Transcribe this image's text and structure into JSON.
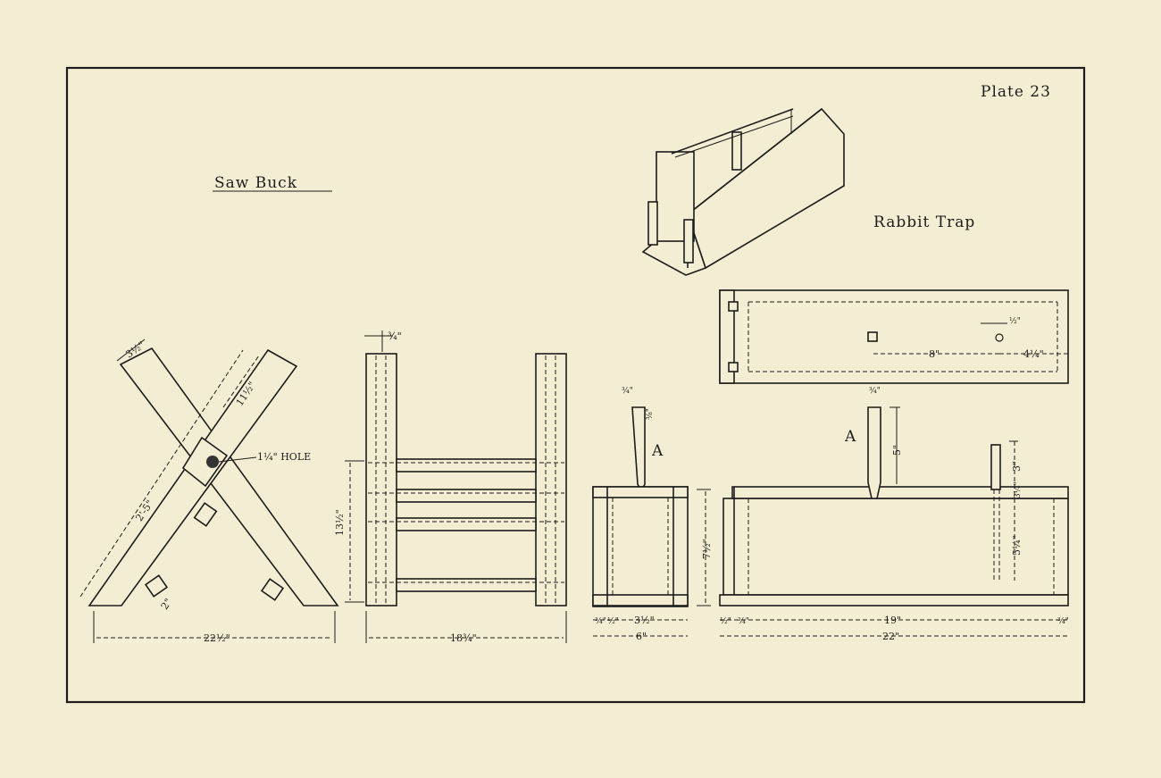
{
  "plate": {
    "label": "Plate 23"
  },
  "saw_buck": {
    "title": "Saw Buck",
    "dims": {
      "board_width": "3½\"",
      "top_length": "11½\"",
      "hole": "1¼\" HOLE",
      "leg_length": "2'-5\"",
      "block": "2\"",
      "base_width": "22½\"",
      "stock": "¾\"",
      "rail_height": "13½\"",
      "frame_width": "18¾\""
    }
  },
  "rabbit_trap": {
    "title": "Rabbit Trap",
    "part_label_a": "A",
    "dims": {
      "a_width": "¾\"",
      "a_notch": "⅜\"",
      "a_height": "5\"",
      "trigger_hole": "½\"",
      "hole_spacing": "8\"",
      "hole_from_end": "4¼\"",
      "end_height": "7½\"",
      "end_inner": "3½\"",
      "end_outer": "6\"",
      "end_stock": "¾\"",
      "end_half": "½\"",
      "body_inner": "19\"",
      "body_outer": "22\"",
      "body_stock": "¾\"",
      "post_top": "3\"",
      "post_mid": "3¼\"",
      "post_low": "5¼\"",
      "small_half": "½\"",
      "small_quarter": "¾\""
    }
  }
}
